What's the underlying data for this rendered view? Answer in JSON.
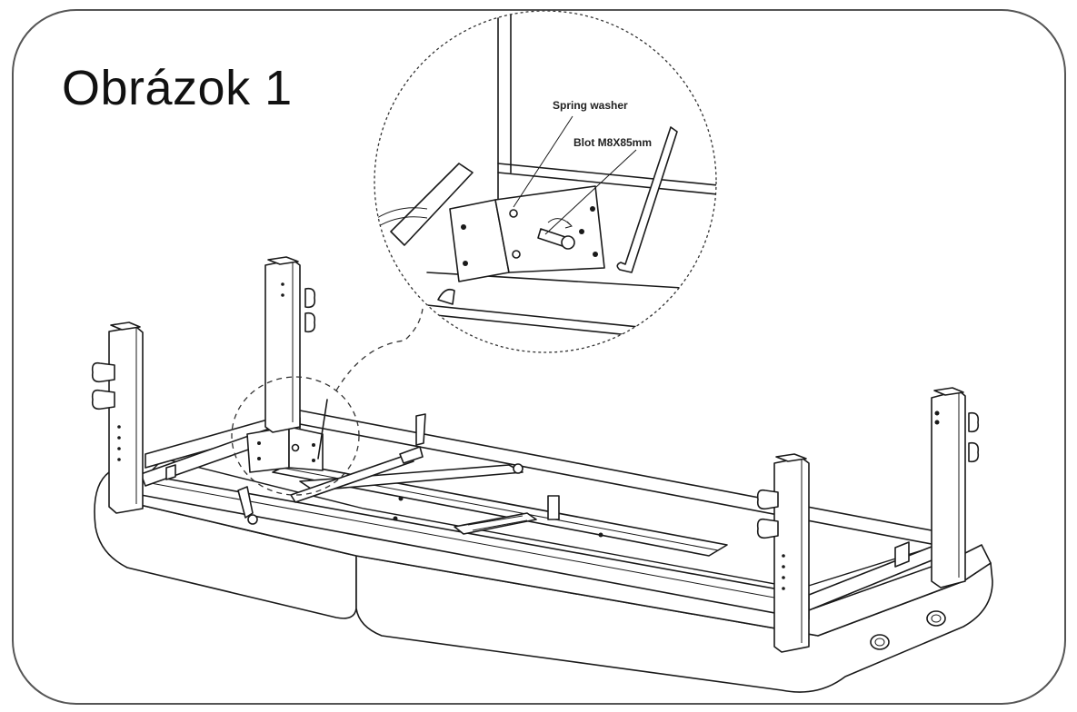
{
  "figure": {
    "title": "Obrázok 1",
    "callouts": {
      "spring_washer": "Spring washer",
      "bolt": "Blot M8X85mm"
    }
  },
  "colors": {
    "line": "#1a1a1a",
    "background": "#ffffff"
  }
}
